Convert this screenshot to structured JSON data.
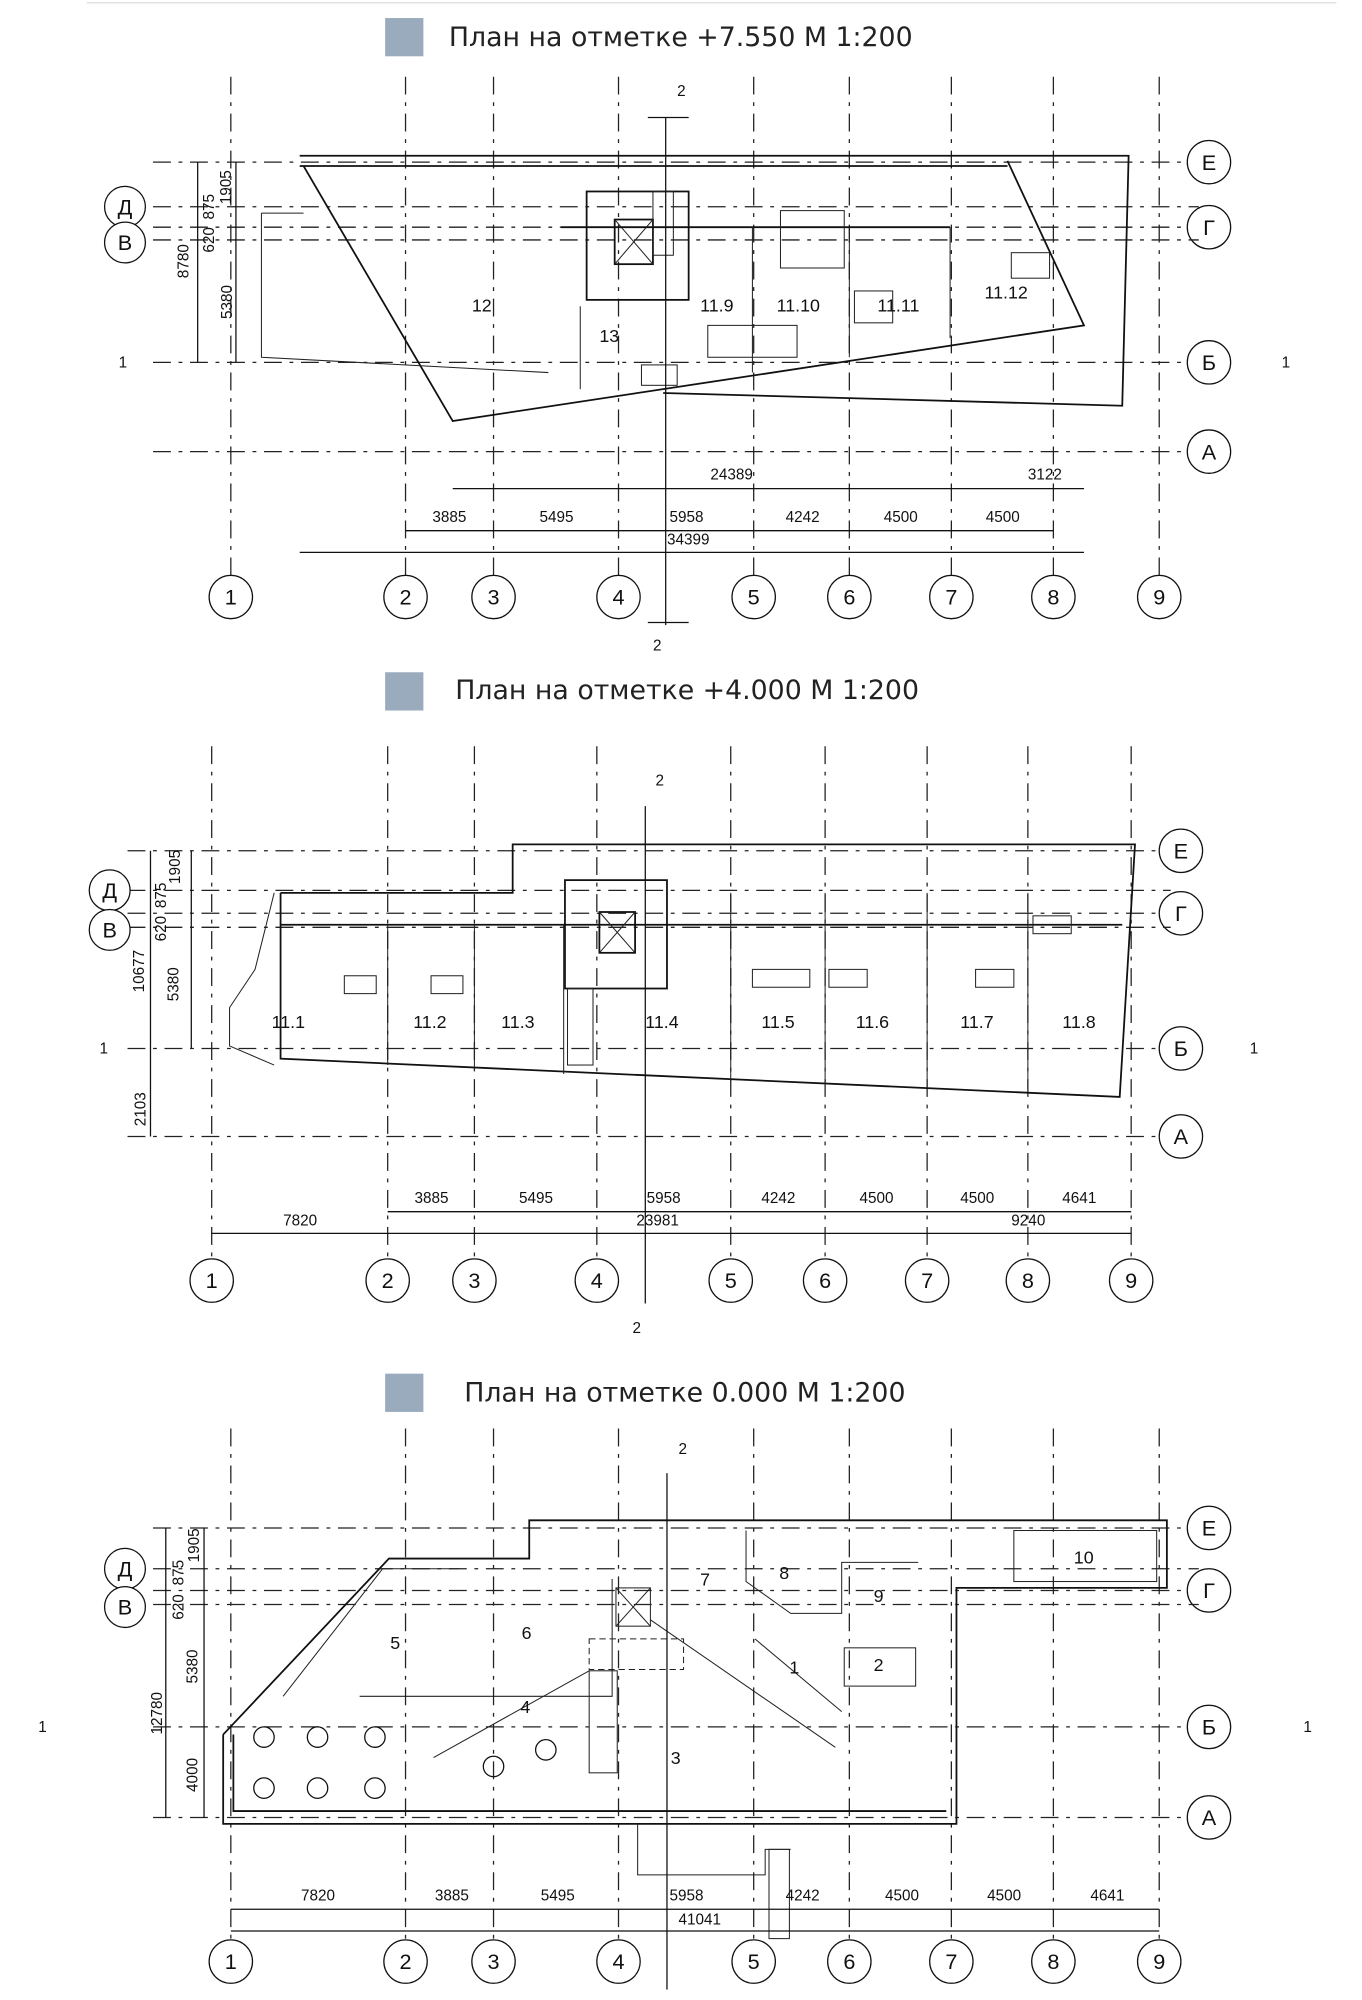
{
  "legend_color": "#9aabbd",
  "plans": [
    {
      "title": "План на отметке +7.550 М 1:200",
      "axes_x": [
        "1",
        "2",
        "3",
        "4",
        "5",
        "6",
        "7",
        "8",
        "9"
      ],
      "axes_y": [
        "Е",
        "Д",
        "Г",
        "В",
        "Б",
        "А"
      ],
      "rooms": [
        "12",
        "13",
        "11.9",
        "11.10",
        "11.11",
        "11.12"
      ],
      "dims_top": [
        "24389",
        "3122"
      ],
      "dims": [
        "3885",
        "5495",
        "5958",
        "4242",
        "4500",
        "4500"
      ],
      "dim_total": "34399",
      "dims_vertical": [
        "1905",
        "875",
        "620",
        "5380",
        "8780"
      ],
      "section_2": "2",
      "section_1": "1"
    },
    {
      "title": "План на отметке +4.000 М 1:200",
      "axes_x": [
        "1",
        "2",
        "3",
        "4",
        "5",
        "6",
        "7",
        "8",
        "9"
      ],
      "axes_y": [
        "Е",
        "Д",
        "Г",
        "В",
        "Б",
        "А"
      ],
      "rooms": [
        "11.1",
        "11.2",
        "11.3",
        "11.4",
        "11.5",
        "11.6",
        "11.7",
        "11.8"
      ],
      "dims": [
        "3885",
        "5495",
        "5958",
        "4242",
        "4500",
        "4500",
        "4641"
      ],
      "dims_bottom": [
        "7820",
        "23981",
        "9240"
      ],
      "dims_vertical": [
        "1905",
        "875",
        "620",
        "5380",
        "10677",
        "2103"
      ],
      "section_2": "2",
      "section_1": "1"
    },
    {
      "title": "План на отметке 0.000 М 1:200",
      "axes_x": [
        "1",
        "2",
        "3",
        "4",
        "5",
        "6",
        "7",
        "8",
        "9"
      ],
      "axes_y": [
        "Е",
        "Д",
        "Г",
        "В",
        "Б",
        "А"
      ],
      "rooms": [
        "1",
        "2",
        "3",
        "4",
        "5",
        "6",
        "7",
        "8",
        "9",
        "10"
      ],
      "dims": [
        "7820",
        "3885",
        "5495",
        "5958",
        "4242",
        "4500",
        "4500",
        "4641"
      ],
      "dim_total": "41041",
      "dims_vertical": [
        "1905",
        "875",
        "620",
        "5380",
        "12780",
        "4000"
      ],
      "section_2": "2",
      "section_1": "1"
    }
  ]
}
